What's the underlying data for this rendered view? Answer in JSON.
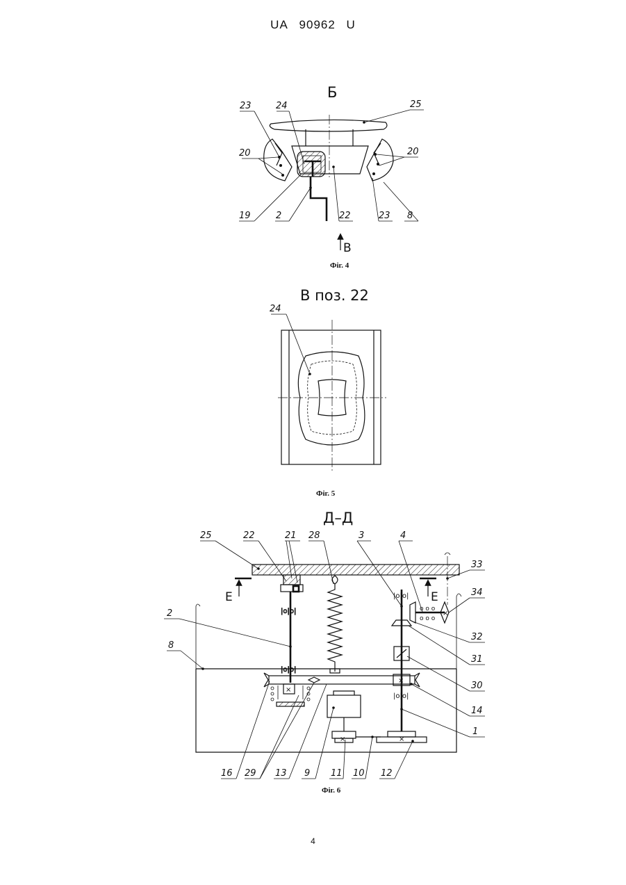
{
  "header": {
    "country": "UA",
    "number": "90962",
    "kind": "U"
  },
  "page_number": "4",
  "fig4": {
    "view_label": "Б",
    "arrow_label": "В",
    "caption": "Фіг. 4",
    "labels": {
      "l23a": "23",
      "l24": "24",
      "l25": "25",
      "l20a": "20",
      "l20b": "20",
      "l19": "19",
      "l2": "2",
      "l22": "22",
      "l23b": "23",
      "l8": "8"
    }
  },
  "fig5": {
    "view_label": "В поз. 22",
    "caption": "Фіг. 5",
    "labels": {
      "l24": "24"
    }
  },
  "fig6": {
    "section_label": "Д–Д",
    "section_mark": "Е",
    "caption": "Фіг. 6",
    "labels": {
      "l25": "25",
      "l22": "22",
      "l21": "21",
      "l28": "28",
      "l3": "3",
      "l4": "4",
      "l33": "33",
      "l34": "34",
      "l2": "2",
      "l8": "8",
      "l32": "32",
      "l31": "31",
      "l30": "30",
      "l14": "14",
      "l1": "1",
      "l16": "16",
      "l29": "29",
      "l13": "13",
      "l9": "9",
      "l11": "11",
      "l10": "10",
      "l12": "12"
    }
  }
}
